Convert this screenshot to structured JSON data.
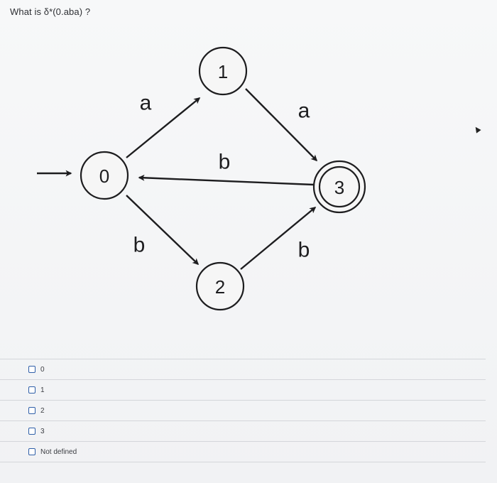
{
  "question": {
    "text": "What is δ*(0.aba) ?"
  },
  "diagram": {
    "states": [
      {
        "label": "0",
        "initial": true,
        "accepting": false
      },
      {
        "label": "1",
        "initial": false,
        "accepting": false
      },
      {
        "label": "2",
        "initial": false,
        "accepting": false
      },
      {
        "label": "3",
        "initial": false,
        "accepting": true
      }
    ],
    "transitions": [
      {
        "from": "0",
        "to": "1",
        "symbol": "a"
      },
      {
        "from": "1",
        "to": "3",
        "symbol": "a"
      },
      {
        "from": "3",
        "to": "0",
        "symbol": "b"
      },
      {
        "from": "0",
        "to": "2",
        "symbol": "b"
      },
      {
        "from": "2",
        "to": "3",
        "symbol": "b"
      }
    ]
  },
  "options": [
    {
      "label": "0"
    },
    {
      "label": "1"
    },
    {
      "label": "2"
    },
    {
      "label": "3"
    },
    {
      "label": "Not defined"
    }
  ],
  "colors": {
    "checkbox_border": "#2f5fa8",
    "ink": "#1d1d1f"
  }
}
